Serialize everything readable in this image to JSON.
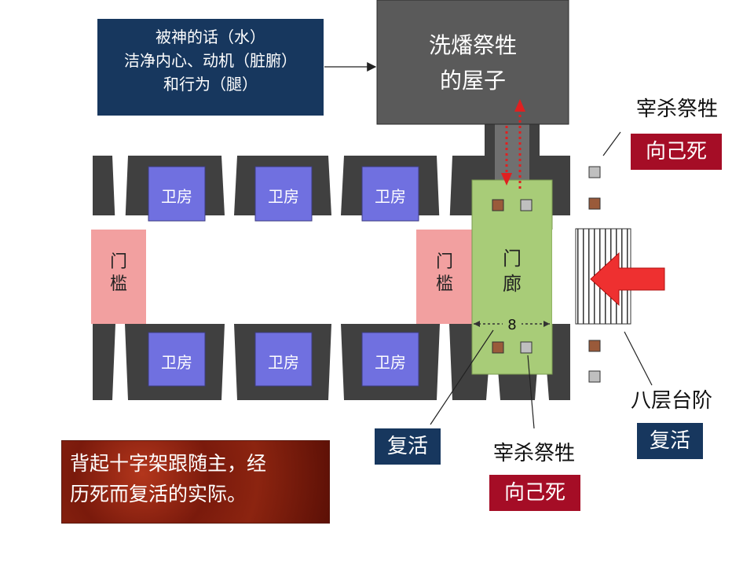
{
  "title_box": {
    "lines": [
      "被神的话（水）",
      "洁净内心、动机（脏腑）",
      "和行为（腿）"
    ]
  },
  "house": {
    "lines": [
      "洗燔祭牲",
      "的屋子"
    ]
  },
  "guard_label": "卫房",
  "threshold_label": [
    "门",
    "槛"
  ],
  "porch_label": [
    "门",
    "廊"
  ],
  "porch_width": "8",
  "slaughter_top": {
    "label": "宰杀祭牲",
    "badge": "向己死"
  },
  "slaughter_bottom": {
    "label": "宰杀祭牲",
    "badge": "向己死"
  },
  "steps": {
    "label": "八层台阶",
    "badge": "复活"
  },
  "resurrection_badge": "复活",
  "bear_cross": {
    "lines": [
      "背起十字架跟随主，经",
      "历死而复活的实际。"
    ]
  },
  "colors": {
    "wall": "#404040",
    "guard": "#7070e0",
    "threshold": "#f2a0a0",
    "porch": "#a8cc78",
    "navy": "#17375e",
    "crimson": "#a50d26",
    "house": "#5a5a5a",
    "arrow": "#e03030",
    "ring_brown": "#9a5a3a",
    "ring_gray": "#bfbfbf"
  },
  "icons": {
    "entry_arrow": "arrow-left-icon",
    "flow_arrows": "dotted-red-arrows-icon"
  }
}
